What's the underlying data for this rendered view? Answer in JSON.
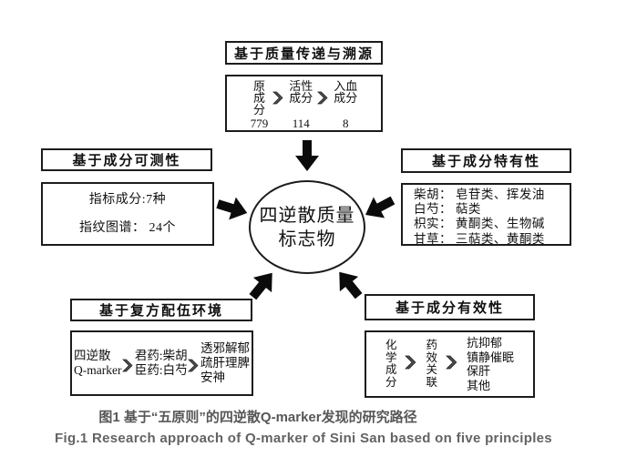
{
  "figure": {
    "center": {
      "text": "四逆散质量\n标志物"
    },
    "principles": {
      "transfer": {
        "title": "基于质量传递与溯源",
        "steps": [
          {
            "label": "原\n成\n分",
            "value": "779"
          },
          {
            "label": "活性\n成分",
            "value": "114"
          },
          {
            "label": "入血\n成分",
            "value": "8"
          }
        ]
      },
      "measurability": {
        "title": "基于成分可测性",
        "content": "指标成分:7种\n指纹图谱： 24个"
      },
      "specificity": {
        "title": "基于成分特有性",
        "content": "柴胡： 皂苷类、挥发油\n白芍： 萜类\n枳实： 黄酮类、生物碱\n甘草： 三萜类、黄酮类"
      },
      "compatibility": {
        "title": "基于复方配伍环境",
        "steps": [
          {
            "label": "四逆散\nQ-marker"
          },
          {
            "label": "君药:柴胡\n臣药:白芍"
          },
          {
            "label": "透邪解郁\n疏肝理脾\n安神"
          }
        ]
      },
      "effectiveness": {
        "title": "基于成分有效性",
        "steps": [
          {
            "label": "化\n学\n成\n分"
          },
          {
            "label": "药\n效\n关\n联"
          },
          {
            "label": "抗抑郁\n镇静催眠\n保肝\n其他"
          }
        ]
      }
    },
    "caption_zh": "图1 基于“五原则”的四逆散Q-marker发现的研究路径",
    "caption_en": "Fig.1 Research approach of Q-marker of Sini San based on five principles"
  },
  "colors": {
    "line": "#1c1c1c",
    "arrow": "#0b0b0b",
    "chevron": "#4f4f4f",
    "caption_zh": "#575757",
    "caption_en": "#636363"
  }
}
